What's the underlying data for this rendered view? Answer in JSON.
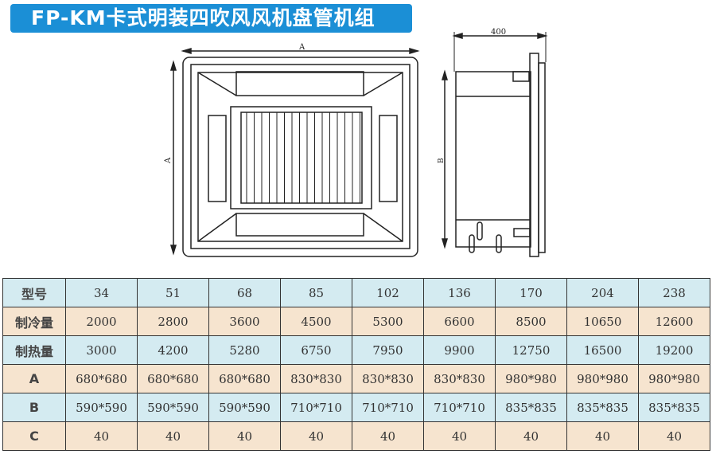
{
  "title": "FP-KM卡式明装四吹风风机盘管机组",
  "drawing": {
    "front_dim_a_top": "A",
    "front_dim_a_side": "A",
    "side_dim_width": "400",
    "side_dim_b": "B"
  },
  "table": {
    "rows": [
      {
        "label": "型号",
        "values": [
          "34",
          "51",
          "68",
          "85",
          "102",
          "136",
          "170",
          "204",
          "238"
        ]
      },
      {
        "label": "制冷量",
        "values": [
          "2000",
          "2800",
          "3600",
          "4500",
          "5300",
          "6600",
          "8500",
          "10650",
          "12600"
        ]
      },
      {
        "label": "制热量",
        "values": [
          "3000",
          "4200",
          "5280",
          "6750",
          "7950",
          "9900",
          "12750",
          "16500",
          "19200"
        ]
      },
      {
        "label": "A",
        "values": [
          "680*680",
          "680*680",
          "680*680",
          "830*830",
          "830*830",
          "830*830",
          "980*980",
          "980*980",
          "980*980"
        ]
      },
      {
        "label": "B",
        "values": [
          "590*590",
          "590*590",
          "590*590",
          "710*710",
          "710*710",
          "710*710",
          "835*835",
          "835*835",
          "835*835"
        ]
      },
      {
        "label": "C",
        "values": [
          "40",
          "40",
          "40",
          "40",
          "40",
          "40",
          "40",
          "40",
          "40"
        ]
      }
    ]
  },
  "colors": {
    "banner": "#1b8fd6",
    "row_blue": "#d4ebf1",
    "row_beige": "#f6e4cf"
  }
}
